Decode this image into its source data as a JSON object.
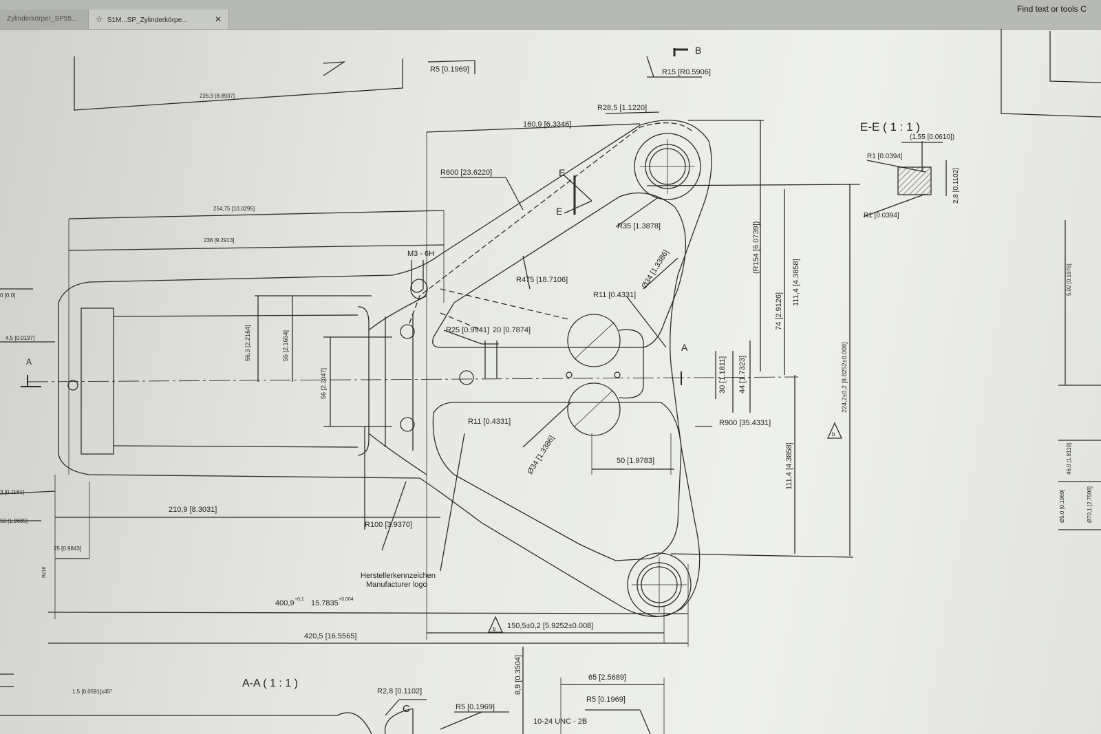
{
  "tabs": [
    {
      "label": "Zylinderkörper_SP55..."
    },
    {
      "label": "S1M...SP_Zylinderkörpe..."
    }
  ],
  "toolbar": {
    "find_label": "Find text or tools"
  },
  "colors": {
    "line": "#2a2a2a",
    "paper": "#eceeea",
    "tabbar": "#b7b9b5"
  },
  "icons": {
    "tab_icon": "star-icon",
    "close": "close-icon",
    "search": "search-icon"
  },
  "drawing": {
    "top_dims": {
      "r5_top": "R5 [0.1969]",
      "r15_top": "R15 [R0.5906]",
      "section_b": "B",
      "len_226": "226,9 [8.8937]"
    },
    "dimensions": {
      "r28_5": "R28,5 [1.1220]",
      "w160_9": "160,9 [6.3346]",
      "r600": "R600 [23.6220]",
      "l254_75": "254,75 [10.0295]",
      "l236": "236 [9.2913]",
      "m3": "M3 - 6H",
      "r35": "R35 [1.3878]",
      "r475": "R475 [18.7106]",
      "d34_top": "Ø34 [1.3386]",
      "r11_top": "R11 [0.4331]",
      "r25": "R25 [0.9941]",
      "w20": "20 [0.7874]",
      "h56_3": "56,3 [2.2164]",
      "h55": "55 [2.1654]",
      "h56": "56 [2.2047]",
      "r11_bottom": "R11 [0.4331]",
      "d34_bottom": "Ø34 [1.3386]",
      "w50": "50 [1.9783]",
      "r900": "R900 [35.4331]",
      "h30": "30 [1.1811]",
      "h44": "44 [1.7323]",
      "h74": "74 [2.9126]",
      "h111_4_top": "111,4 [4.3858]",
      "r154": "(R154 [6.0739])",
      "h111_4_bottom": "111,4 [4.3858]",
      "h224_2": "224,2±0,2 [8.8252±0.008]",
      "l210_9": "210,9 [8.3031]",
      "l25": "25 [0.9843]",
      "r100": "R100 [3.9370]",
      "logo_de": "Herstellerkennzeichen",
      "logo_en": "Manufacturer logo",
      "l400_9": "400,9",
      "l400_9_tol": "+0,1",
      "l400_9_in": "15.7835",
      "l400_9_in_tol": "+0.004",
      "l150_5": "150,5±0,2 [5.9252±0.008]",
      "l420_5": "420,5 [16.5565]",
      "left_4_5": "4,5 [0.0197]",
      "left_3": "3 [0.1181]",
      "left_50": "50 [1.9685]",
      "left_top_box": "0 [0.0]",
      "sec_a_top": "A",
      "sec_a_mid": "A",
      "sec_e_top": "E",
      "sec_e_bot": "E",
      "datum_b": "b",
      "datum_b2": "b",
      "rz": "Rz16"
    },
    "section_ee": {
      "title": "E-E ( 1 : 1 )",
      "d1_55": "(1,55 [0.0610])",
      "r1_top": "R1 [0.0394]",
      "h2_8": "2,8 [0.1102]",
      "r1_bottom": "R1 [0.0394]"
    },
    "section_aa": {
      "title": "A-A ( 1 : 1 )",
      "chamfer": "1,5 [0.0591]x45°",
      "r2_8": "R2,8 [0.1102]",
      "c_label": "C",
      "r5_a": "R5 [0.1969]",
      "h8_9": "8,9 [0.3504]",
      "w65": "65 [2.5689]",
      "r5_b": "R5 [0.1969]",
      "thread": "10-24 UNC - 2B"
    },
    "right_strip": {
      "v1": "5,02 [0.1976]",
      "v2": "46,0 [1.8110]",
      "v3": "Ø5,0 [0.1969]",
      "v4": "Ø70,1 [2.7598]"
    }
  }
}
